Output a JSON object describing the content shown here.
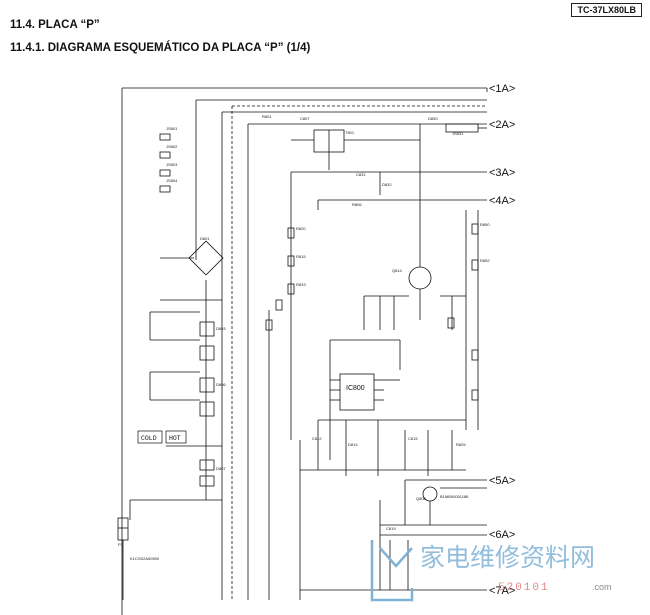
{
  "header": {
    "model": "TC-37LX80LB",
    "section_title": "11.4. PLACA “P”",
    "subsection_title": "11.4.1. DIAGRAMA ESQUEMÁTICO DA PLACA “P” (1/4)"
  },
  "connectors": [
    "<1A>",
    "<2A>",
    "<3A>",
    "<4A>",
    "<5A>",
    "<6A>",
    "<7A>"
  ],
  "labels": {
    "cold": "COLD",
    "hot": "HOT",
    "ic_main": "IC800",
    "q_top": "Q814",
    "q_bottom": "Q808",
    "p1": "P1"
  },
  "watermark": {
    "cn": "家电维修资料网",
    "num": "520101",
    "url": ".com"
  }
}
